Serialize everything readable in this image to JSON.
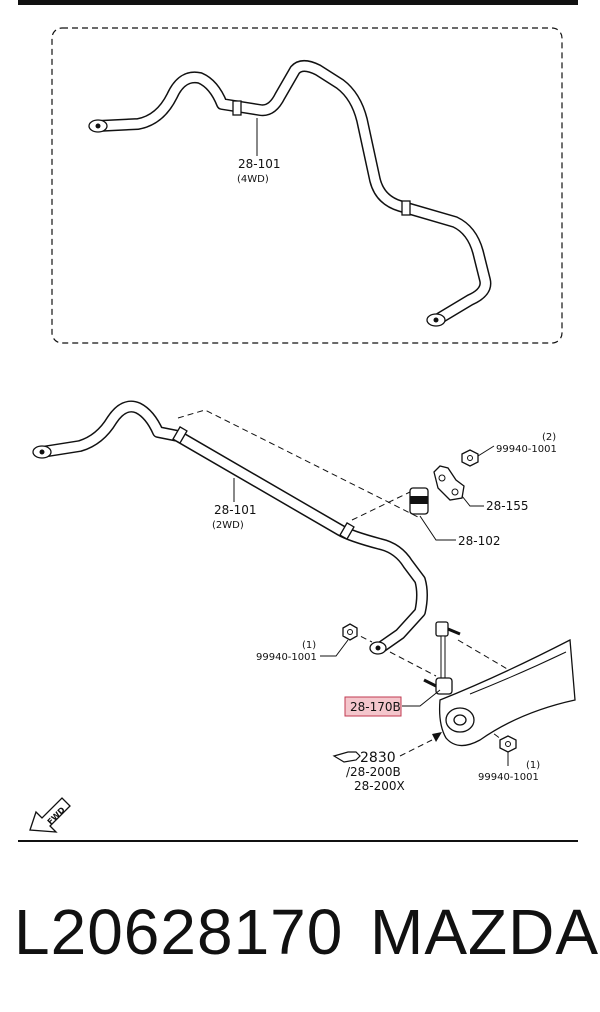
{
  "diagram": {
    "labels": {
      "bar_4wd_part": "28-101",
      "bar_4wd_variant": "(4WD)",
      "bar_2wd_part": "28-101",
      "bar_2wd_variant": "(2WD)",
      "nut_top_part": "99940-1001",
      "nut_top_qty": "(2)",
      "bracket_part": "28-155",
      "bushing_part": "28-102",
      "nut_left_part": "99940-1001",
      "nut_left_qty": "(1)",
      "link_part": "28-170B",
      "ref_number": "2830",
      "ref_sub_1": "/28-200B",
      "ref_sub_2": "28-200X",
      "nut_bottom_part": "99940-1001",
      "nut_bottom_qty": "(1)",
      "fwd": "FWD"
    },
    "highlight_color": "#f4c6cc"
  },
  "footer": {
    "part_number": "L20628170",
    "brand": "MAZDA"
  }
}
